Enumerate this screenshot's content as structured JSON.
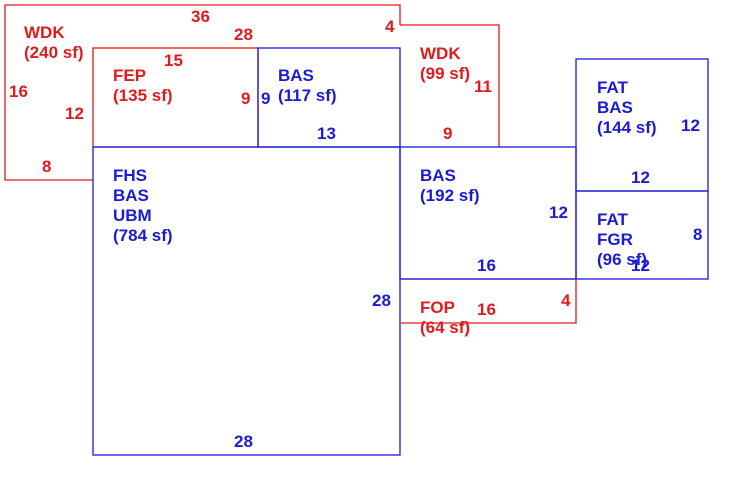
{
  "colors": {
    "red": "#e01b1b",
    "blue": "#1b1bd6"
  },
  "areas": [
    {
      "id": "wdk-240",
      "color": "red",
      "lines": [
        "WDK",
        "(240 sf)"
      ]
    },
    {
      "id": "fep-135",
      "color": "red",
      "lines": [
        "FEP",
        "(135 sf)"
      ]
    },
    {
      "id": "bas-117",
      "color": "blue",
      "lines": [
        "BAS",
        "(117 sf)"
      ]
    },
    {
      "id": "wdk-99",
      "color": "red",
      "lines": [
        "WDK",
        "(99 sf)"
      ]
    },
    {
      "id": "fat-bas-144",
      "color": "blue",
      "lines": [
        "FAT",
        "BAS",
        "(144 sf)"
      ]
    },
    {
      "id": "fhs-bas-ubm-784",
      "color": "blue",
      "lines": [
        "FHS",
        "BAS",
        "UBM",
        "(784 sf)"
      ]
    },
    {
      "id": "bas-192",
      "color": "blue",
      "lines": [
        "BAS",
        "(192 sf)"
      ]
    },
    {
      "id": "fat-fgr-96",
      "color": "blue",
      "lines": [
        "FAT",
        "FGR",
        "(96 sf)"
      ]
    },
    {
      "id": "fop-64",
      "color": "red",
      "lines": [
        "FOP",
        "(64 sf)"
      ]
    }
  ],
  "dimensions": [
    {
      "id": "wdk-top",
      "color": "red",
      "text": "36"
    },
    {
      "id": "wdk-right",
      "color": "red",
      "text": "4"
    },
    {
      "id": "wdk-inner-top",
      "color": "red",
      "text": "28"
    },
    {
      "id": "wdk-left",
      "color": "red",
      "text": "16"
    },
    {
      "id": "wdk-inner-left",
      "color": "red",
      "text": "12"
    },
    {
      "id": "wdk-bottom",
      "color": "red",
      "text": "8"
    },
    {
      "id": "fep-top",
      "color": "red",
      "text": "15"
    },
    {
      "id": "fep-right",
      "color": "red",
      "text": "9"
    },
    {
      "id": "bas117-left",
      "color": "blue",
      "text": "9"
    },
    {
      "id": "bas117-bottom",
      "color": "blue",
      "text": "13"
    },
    {
      "id": "wdk99-right",
      "color": "red",
      "text": "11"
    },
    {
      "id": "wdk99-bottom",
      "color": "red",
      "text": "9"
    },
    {
      "id": "fatbas-right",
      "color": "blue",
      "text": "12"
    },
    {
      "id": "fatbas-bottom",
      "color": "blue",
      "text": "12"
    },
    {
      "id": "bas192-right",
      "color": "blue",
      "text": "12"
    },
    {
      "id": "bas192-bottom",
      "color": "blue",
      "text": "16"
    },
    {
      "id": "fatfgr-right",
      "color": "blue",
      "text": "8"
    },
    {
      "id": "fatfgr-bottom",
      "color": "blue",
      "text": "12"
    },
    {
      "id": "fhs-right",
      "color": "blue",
      "text": "28"
    },
    {
      "id": "fhs-bottom",
      "color": "blue",
      "text": "28"
    },
    {
      "id": "fop-top",
      "color": "red",
      "text": "16"
    },
    {
      "id": "fop-right",
      "color": "red",
      "text": "4"
    }
  ]
}
